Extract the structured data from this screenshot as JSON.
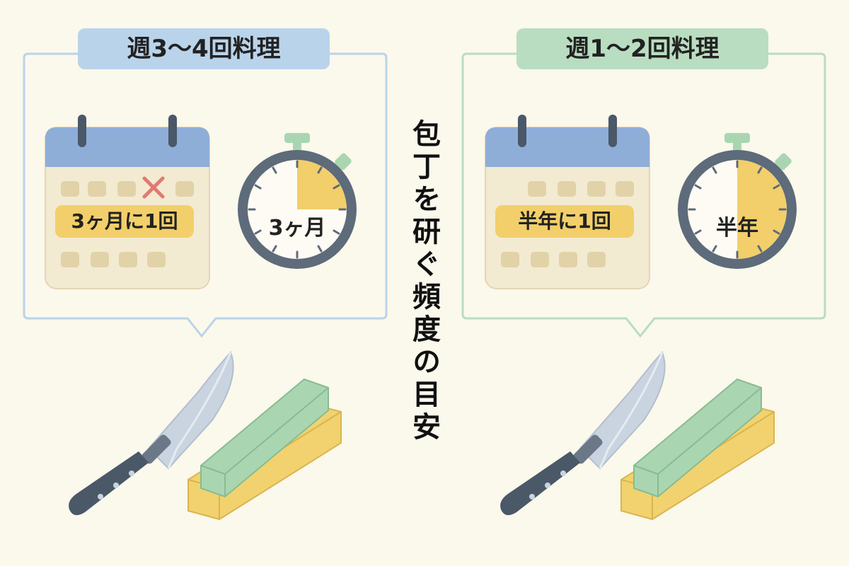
{
  "left_panel": {
    "heading": "週3〜4回料理",
    "calendar_label": "3ヶ月に1回",
    "timer_label": "3ヶ月",
    "timer_fraction": 0.25,
    "accent": "#b9d4ea"
  },
  "right_panel": {
    "heading": "週1〜2回料理",
    "calendar_label": "半年に1回",
    "timer_label": "半年",
    "timer_fraction": 0.5,
    "accent": "#b9ddc0"
  },
  "center_title": "包丁を研ぐ頻度の目安",
  "colors": {
    "background": "#fbf8ec",
    "calendar_header": "#8eaed8",
    "calendar_body": "#f3ead2",
    "label_yellow": "#f2cf6a",
    "timer_ring": "#5d6b7a",
    "timer_fill": "#f2cf6a",
    "stone_green": "#a9d6b1",
    "stone_base": "#f2d26e",
    "knife_blade": "#c9d4e0",
    "knife_handle": "#4a5868"
  },
  "icons": [
    "calendar-icon",
    "stopwatch-icon",
    "knife-icon",
    "whetstone-icon",
    "cross-mark-icon"
  ]
}
